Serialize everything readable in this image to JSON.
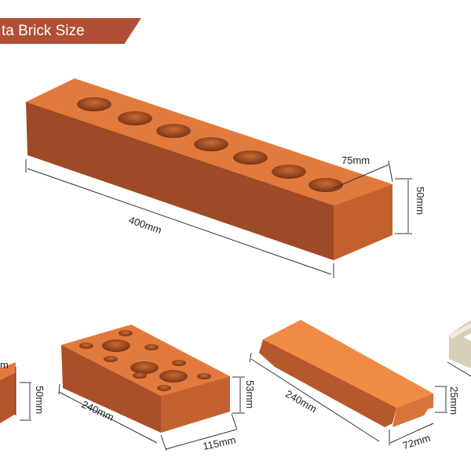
{
  "header": {
    "title": "ta Brick Size"
  },
  "bricks": [
    {
      "name": "perforated-long",
      "length": "400mm",
      "width": "75mm",
      "height": "50mm"
    },
    {
      "name": "partial-left",
      "height": "50mm",
      "cut_label": "m"
    },
    {
      "name": "perforated-standard",
      "length": "240mm",
      "width": "115mm",
      "height": "53mm"
    },
    {
      "name": "slotted-slim",
      "length": "240mm",
      "width": "72mm",
      "height": "25mm"
    }
  ],
  "colors": {
    "banner": "#b04f35",
    "brick_top": "#e27a3e",
    "brick_front": "#a9502a",
    "brick_side": "#c4622f"
  }
}
